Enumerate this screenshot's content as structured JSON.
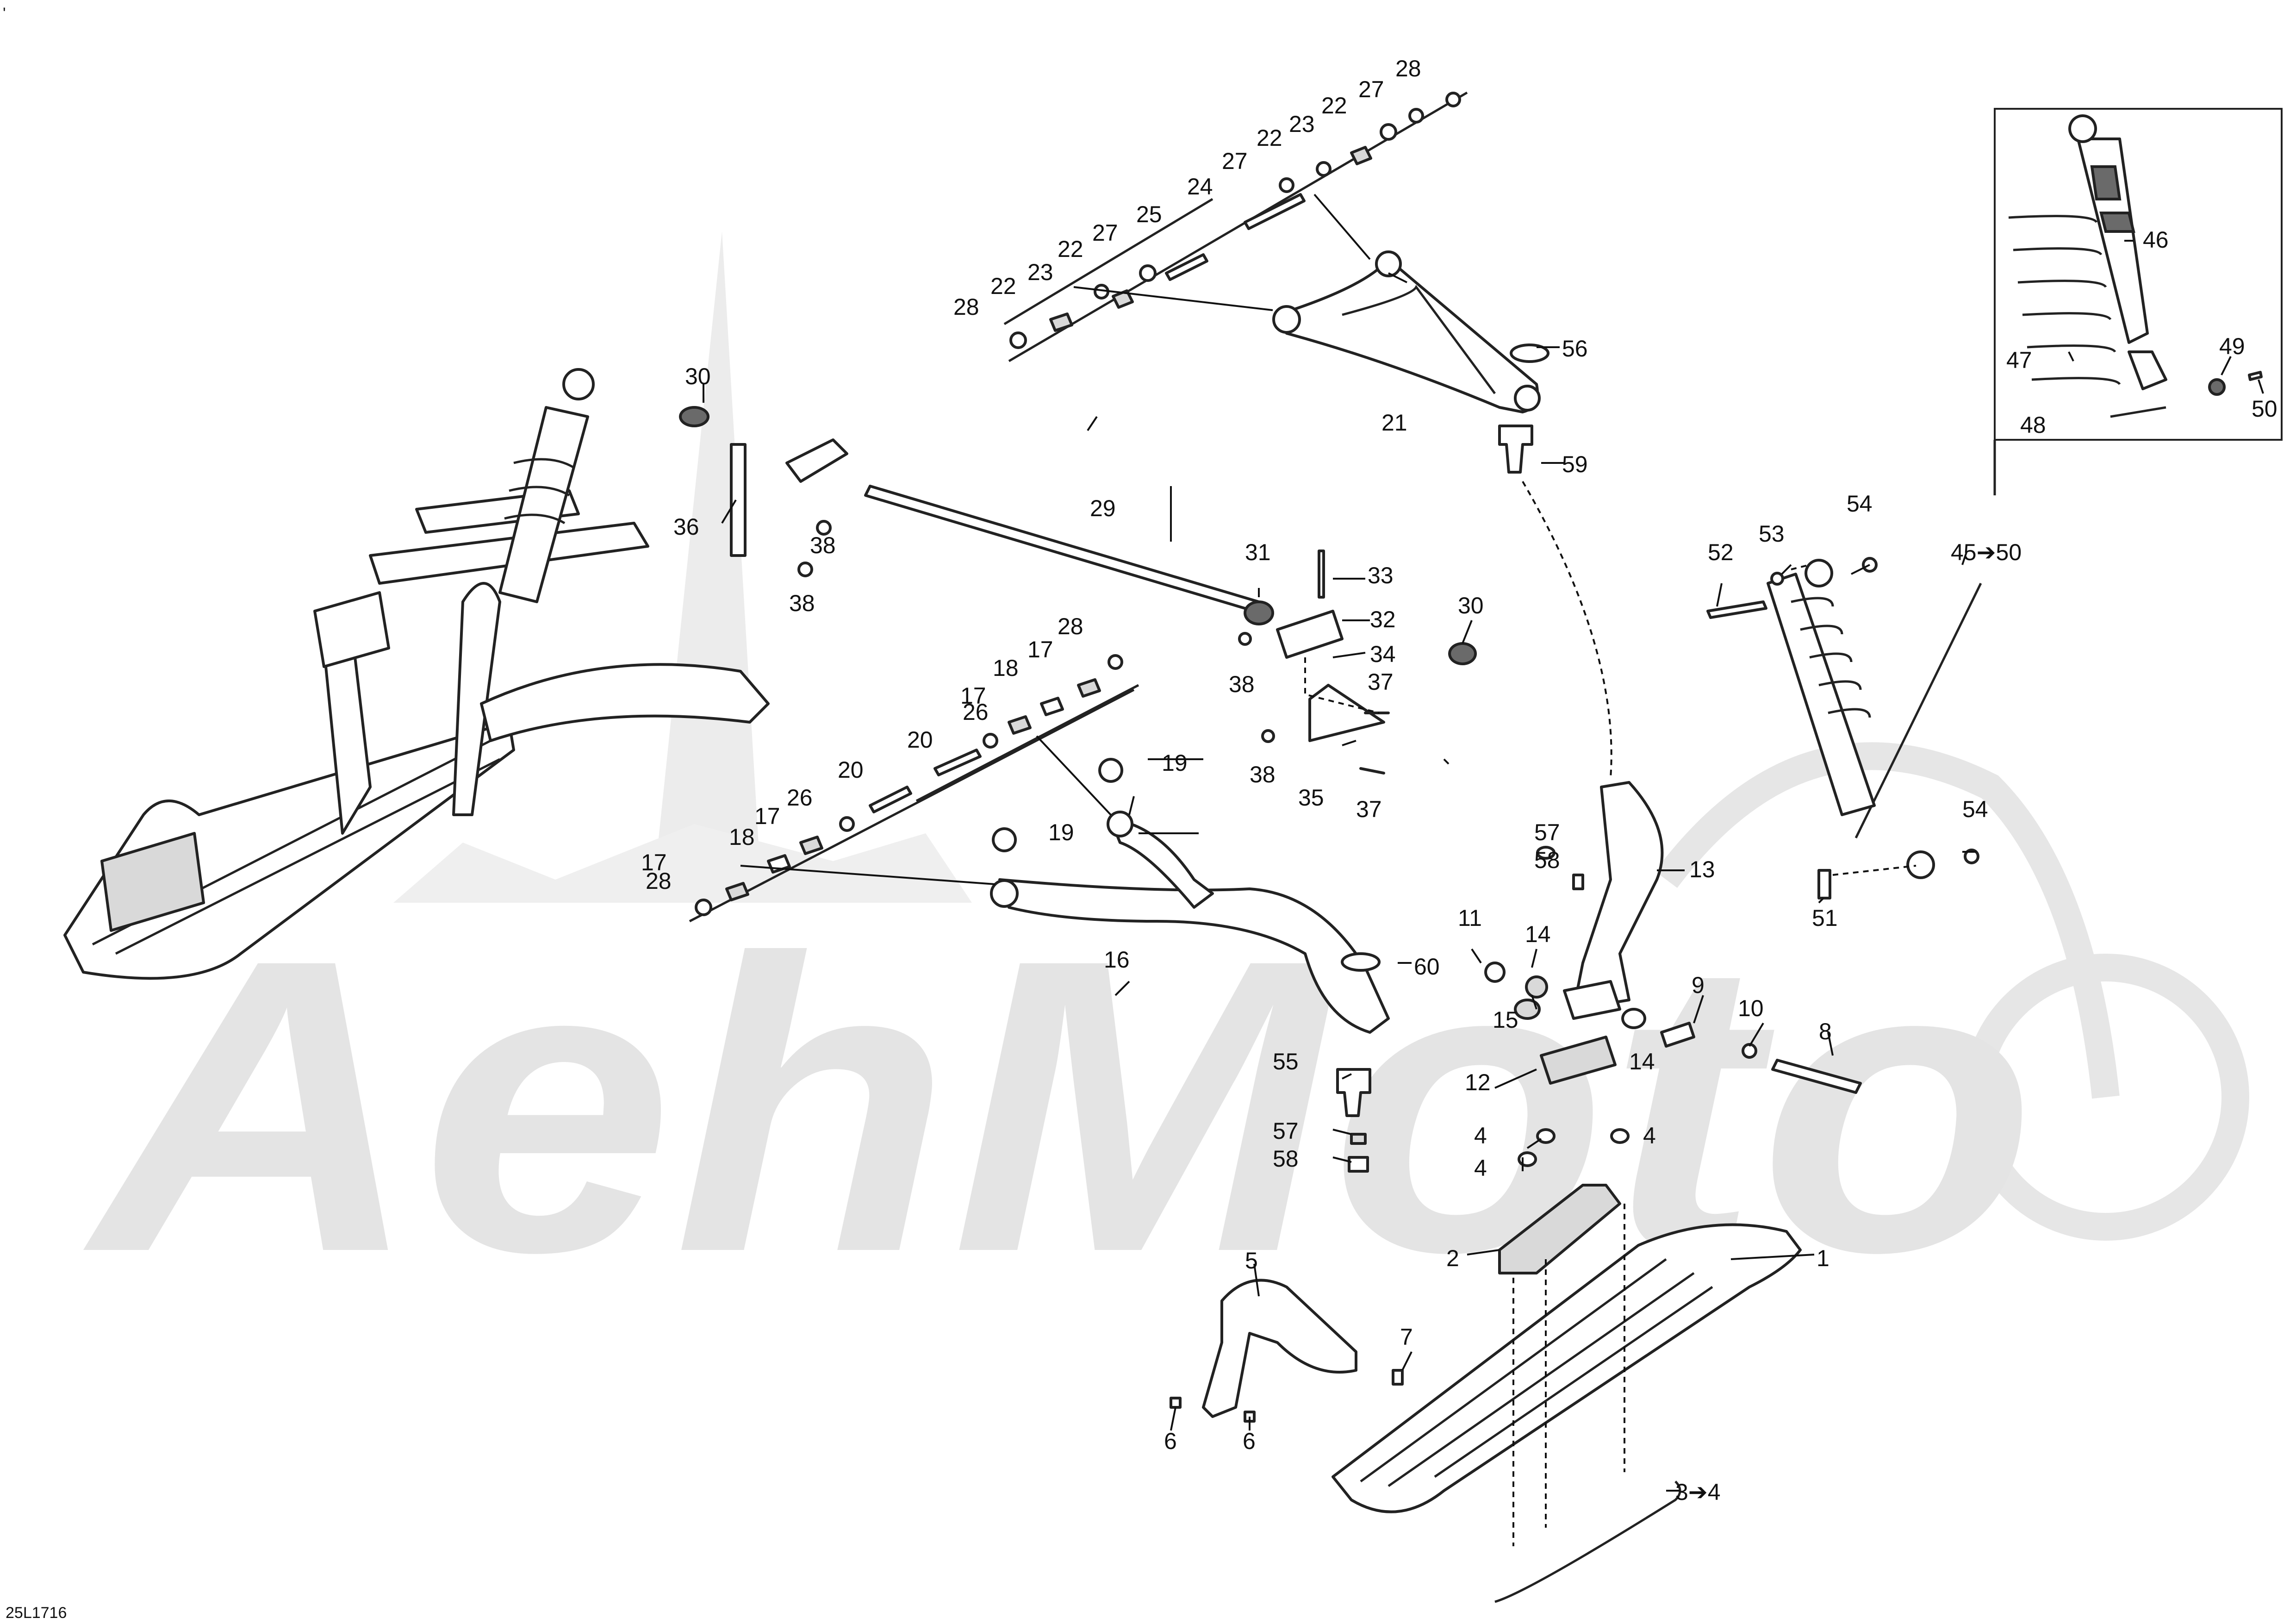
{
  "figure_code": "25L1716",
  "corner_mark": "'",
  "watermark_text": "AehMoto",
  "callouts": {
    "c1": "1",
    "c2": "2",
    "c3": "3➔4",
    "c4a": "4",
    "c4b": "4",
    "c4c": "4",
    "c5": "5",
    "c6a": "6",
    "c6b": "6",
    "c7": "7",
    "c8": "8",
    "c9": "9",
    "c10": "10",
    "c11": "11",
    "c12": "12",
    "c13": "13",
    "c14a": "14",
    "c14b": "14",
    "c15": "15",
    "c16": "16",
    "c17a": "17",
    "c17b": "17",
    "c17c": "17",
    "c17d": "17",
    "c18a": "18",
    "c18b": "18",
    "c19a": "19",
    "c19b": "19",
    "c20a": "20",
    "c20b": "20",
    "c21": "21",
    "c22a": "22",
    "c22b": "22",
    "c22c": "22",
    "c22d": "22",
    "c23a": "23",
    "c23b": "23",
    "c24": "24",
    "c25": "25",
    "c26a": "26",
    "c26b": "26",
    "c27a": "27",
    "c27b": "27",
    "c27c": "27",
    "c28a": "28",
    "c28b": "28",
    "c28c": "28",
    "c28d": "28",
    "c29": "29",
    "c30a": "30",
    "c30b": "30",
    "c31": "31",
    "c32": "32",
    "c33": "33",
    "c34": "34",
    "c35": "35",
    "c36": "36",
    "c37a": "37",
    "c37b": "37",
    "c38a": "38",
    "c38b": "38",
    "c38c": "38",
    "c38d": "38",
    "c45": "45➔50",
    "c46": "46",
    "c47": "47",
    "c48": "48",
    "c49": "49",
    "c50": "50",
    "c51": "51",
    "c52": "52",
    "c53": "53",
    "c54a": "54",
    "c54b": "54",
    "c55": "55",
    "c56": "56",
    "c57a": "57",
    "c57b": "57",
    "c58a": "58",
    "c58b": "58",
    "c59": "59",
    "c60": "60"
  }
}
